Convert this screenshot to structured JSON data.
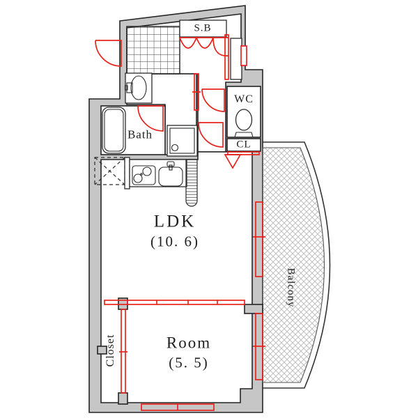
{
  "floorplan": {
    "rooms": {
      "ldk": {
        "label": "LDK",
        "area": "(10. 6)"
      },
      "room": {
        "label": "Room",
        "area": "(5. 5)"
      },
      "bath": {
        "label": "Bath"
      },
      "wc": {
        "label": "WC"
      },
      "cl": {
        "label": "CL"
      },
      "shoe_box": {
        "label": "S.B"
      },
      "closet": {
        "label": "Closet"
      },
      "balcony": {
        "label": "Balcony"
      }
    },
    "colors": {
      "wall_fill": "#c6c6c6",
      "outline": "#242424",
      "opening_red": "#e8231c",
      "hatch": "#b5b5b5"
    }
  }
}
